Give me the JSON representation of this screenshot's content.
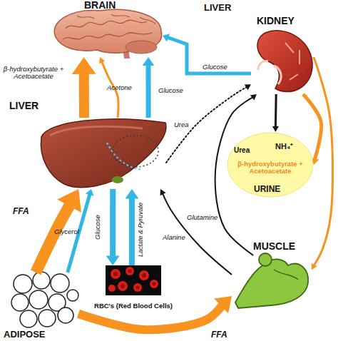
{
  "diagram": {
    "nodes": [
      {
        "text": [
          "BRAIN"
        ]
      },
      {
        "text": [
          "KIDNEY"
        ]
      },
      {
        "text": [
          "LIVER"
        ]
      },
      {
        "text": [
          "Urea",
          "NH₄⁺",
          "β-hydroxybutyrate + Acetoacetate",
          "URINE"
        ]
      },
      {
        "text": [
          "RBC's (Red Blood Cells)"
        ]
      },
      {
        "text": [
          "MUSCLE"
        ]
      },
      {
        "text": [
          "ADIPOSE"
        ]
      }
    ],
    "edges": [
      {
        "from": 2,
        "to": 0,
        "arrow": "to",
        "label": "β-hydroxybutyrate + Acetoacetate"
      },
      {
        "from": 2,
        "to": 0,
        "arrow": "to",
        "label": "Acetone"
      },
      {
        "from": 2,
        "to": 0,
        "arrow": "to",
        "label": "Glucose"
      },
      {
        "from": 1,
        "to": 0,
        "arrow": "to",
        "label": "Glucose"
      },
      {
        "from": 2,
        "to": 1,
        "arrow": "to",
        "label": "Urea"
      },
      {
        "from": 1,
        "to": 3,
        "arrow": "to"
      },
      {
        "from": 1,
        "to": 3,
        "arrow": "to"
      },
      {
        "from": 2,
        "to": 4,
        "arrow": "to",
        "label": "Glucose"
      },
      {
        "from": 4,
        "to": 2,
        "arrow": "to",
        "label": "Lactate & Pyruvate"
      },
      {
        "from": 6,
        "to": 2,
        "arrow": "to",
        "label": "FFA"
      },
      {
        "from": 6,
        "to": 2,
        "arrow": "to",
        "label": "Glycerol"
      },
      {
        "from": 5,
        "to": 2,
        "arrow": "to",
        "label": "Alanine"
      },
      {
        "from": 5,
        "to": 1,
        "arrow": "to",
        "label": "Glutamine"
      },
      {
        "from": 6,
        "to": 5,
        "arrow": "to",
        "label": "FFA"
      },
      {
        "from": 1,
        "to": 5,
        "arrow": "to"
      }
    ],
    "labels": [
      "LIVER"
    ]
  }
}
